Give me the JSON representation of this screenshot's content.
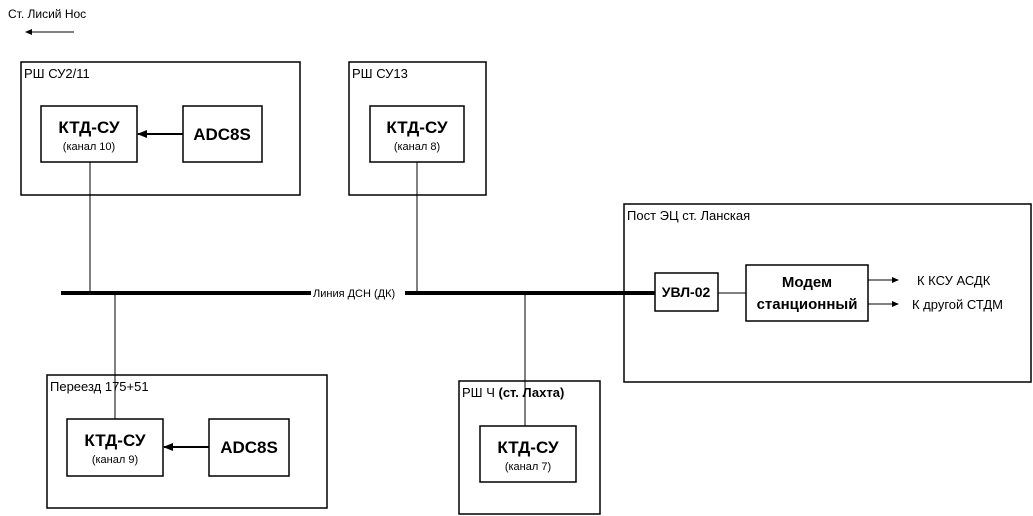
{
  "direction": {
    "label": "Ст. Лисий Нос"
  },
  "bus": {
    "label": "Линия ДСН (ДК)"
  },
  "cabinets": {
    "su2_11": {
      "label": "РШ  СУ2/11",
      "ktd": {
        "title": "КТД-СУ",
        "channel": "(канал 10)"
      },
      "adc": "ADC8S"
    },
    "su13": {
      "label": "РШ  СУ13",
      "ktd": {
        "title": "КТД-СУ",
        "channel": "(канал 8)"
      }
    },
    "crossing": {
      "label": "Переезд   175+51",
      "ktd": {
        "title": "КТД-СУ",
        "channel": "(канал 9)"
      },
      "adc": "ADC8S"
    },
    "rsh_ch": {
      "label_main": "РШ  Ч ",
      "label_bold": "(ст. Лахта)",
      "ktd": {
        "title": "КТД-СУ",
        "channel": "(канал 7)"
      }
    }
  },
  "post": {
    "label": "Пост ЭЦ ст. Ланская",
    "uvl": "УВЛ-02",
    "modem_line1": "Модем",
    "modem_line2": "станционный",
    "out1": "К КСУ АСДК",
    "out2": "К другой СТДМ"
  }
}
